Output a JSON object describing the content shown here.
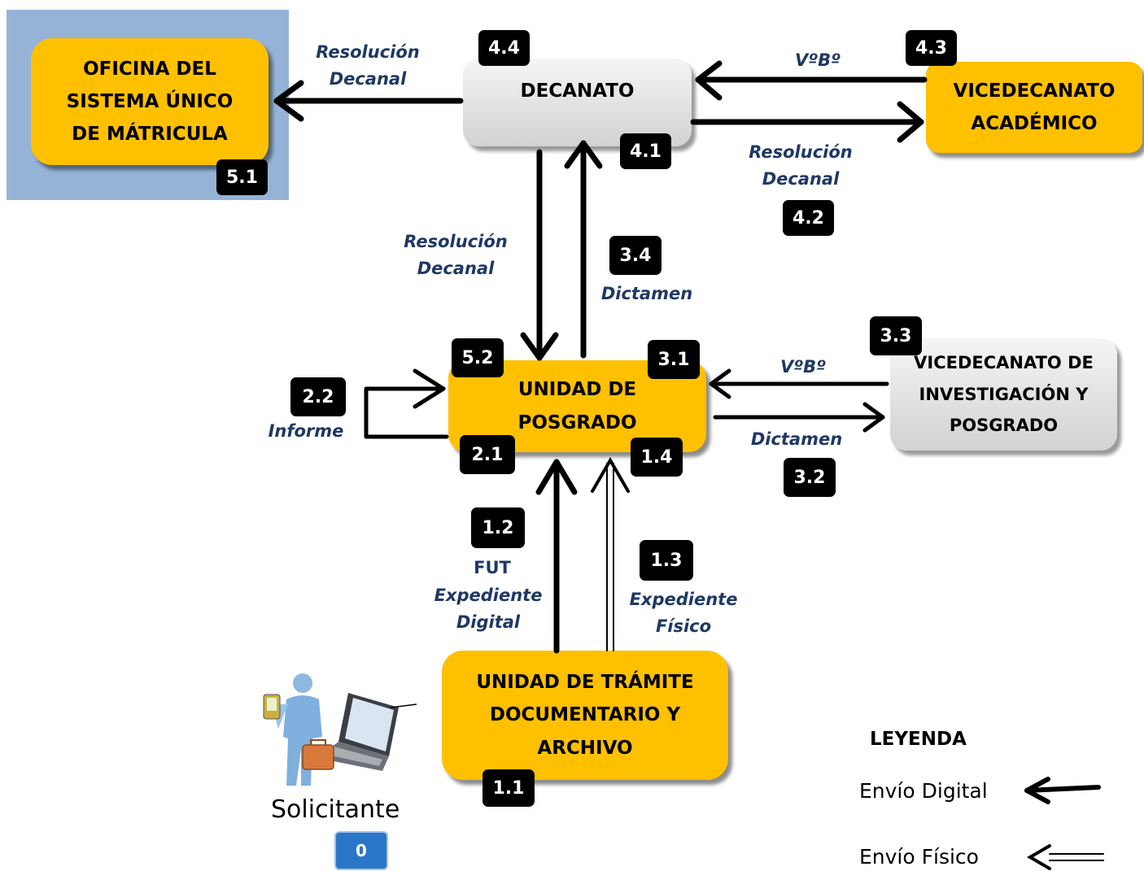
{
  "nodes": {
    "oficina": "OFICINA DEL\nSISTEMA ÚNICO\nDE MÁTRICULA",
    "decanato": "DECANATO",
    "vicedecanato_academico": "VICEDECANATO\nACADÉMICO",
    "unidad_posgrado": "UNIDAD DE\nPOSGRADO",
    "vicedecanato_investigacion": "VICEDECANATO DE\nINVESTIGACIÓN Y\nPOSGRADO",
    "unidad_tramite": "UNIDAD DE TRÁMITE\nDOCUMENTARIO Y\nARCHIVO"
  },
  "badges": {
    "b44": "4.4",
    "b43": "4.3",
    "b41": "4.1",
    "b42": "4.2",
    "b51": "5.1",
    "b34": "3.4",
    "b33": "3.3",
    "b52": "5.2",
    "b31": "3.1",
    "b22": "2.2",
    "b21": "2.1",
    "b14": "1.4",
    "b32": "3.2",
    "b12": "1.2",
    "b13": "1.3",
    "b11": "1.1",
    "b0": "0"
  },
  "labels": {
    "resolucion_oficina": "Resolución\nDecanal",
    "vobo_academico": "VºBº",
    "resolucion_academico": "Resolución\nDecanal",
    "resolucion_posgrado": "Resolución\nDecanal",
    "dictamen_decanato": "Dictamen",
    "vobo_investigacion": "VºBº",
    "dictamen_investigacion": "Dictamen",
    "informe": "Informe",
    "fut": "FUT",
    "expediente_digital": "Expediente\nDigital",
    "expediente_fisico": "Expediente\nFísico"
  },
  "solicitante": "Solicitante",
  "legend": {
    "title": "LEYENDA",
    "digital": "Envío Digital",
    "fisico": "Envío Físico"
  },
  "colors": {
    "gold": "#ffc000",
    "label_blue": "#1f3864",
    "highlight_blue": "#95b3d7"
  }
}
